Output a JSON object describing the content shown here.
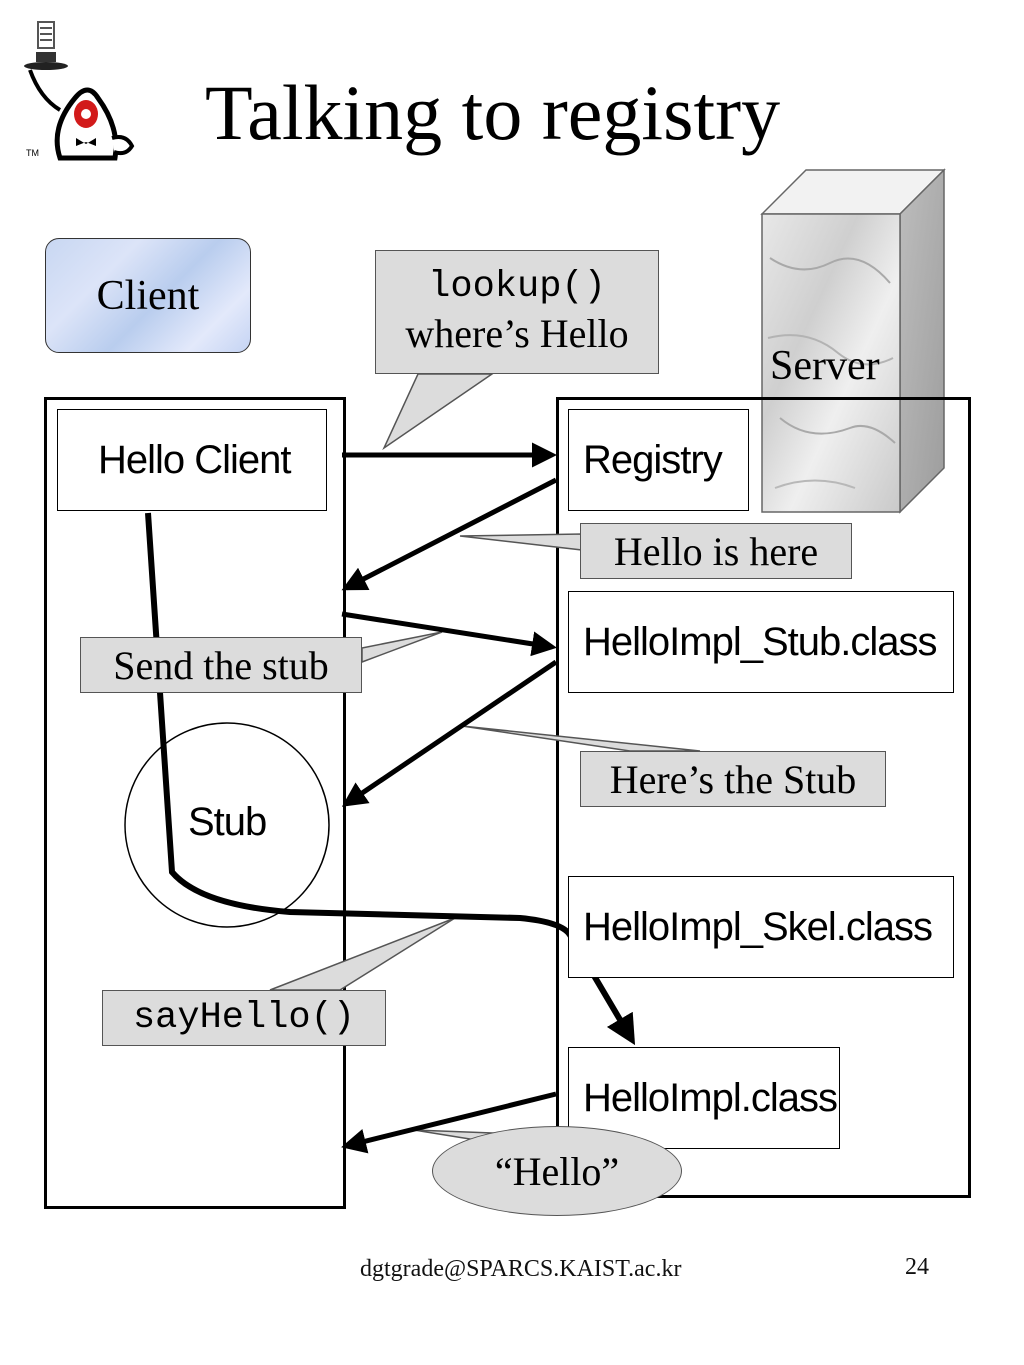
{
  "slide": {
    "title": "Talking to registry",
    "client_label": "Client",
    "server_label": "Server",
    "boxes": {
      "hello_client": "Hello Client",
      "registry": "Registry",
      "stub_class": "HelloImpl_Stub.class",
      "skel_class": "HelloImpl_Skel.class",
      "impl_class": "HelloImpl.class",
      "stub": "Stub"
    },
    "callouts": {
      "lookup_code": "lookup()",
      "lookup_text": "where’s Hello",
      "hello_is_here": "Hello is here",
      "send_the_stub": "Send the stub",
      "heres_the_stub": "Here’s the Stub",
      "say_hello": "sayHello()",
      "hello_reply": "“Hello”"
    },
    "footer": {
      "email": "dgtgrade@SPARCS.KAIST.ac.kr",
      "page_number": "24"
    },
    "logo": "java-duke-waiter-logo",
    "colors": {
      "callout_fill": "#dcdcdc",
      "client_fill": "#c8d7f2",
      "server_block": "#d9d9d9",
      "line": "#000000"
    }
  }
}
